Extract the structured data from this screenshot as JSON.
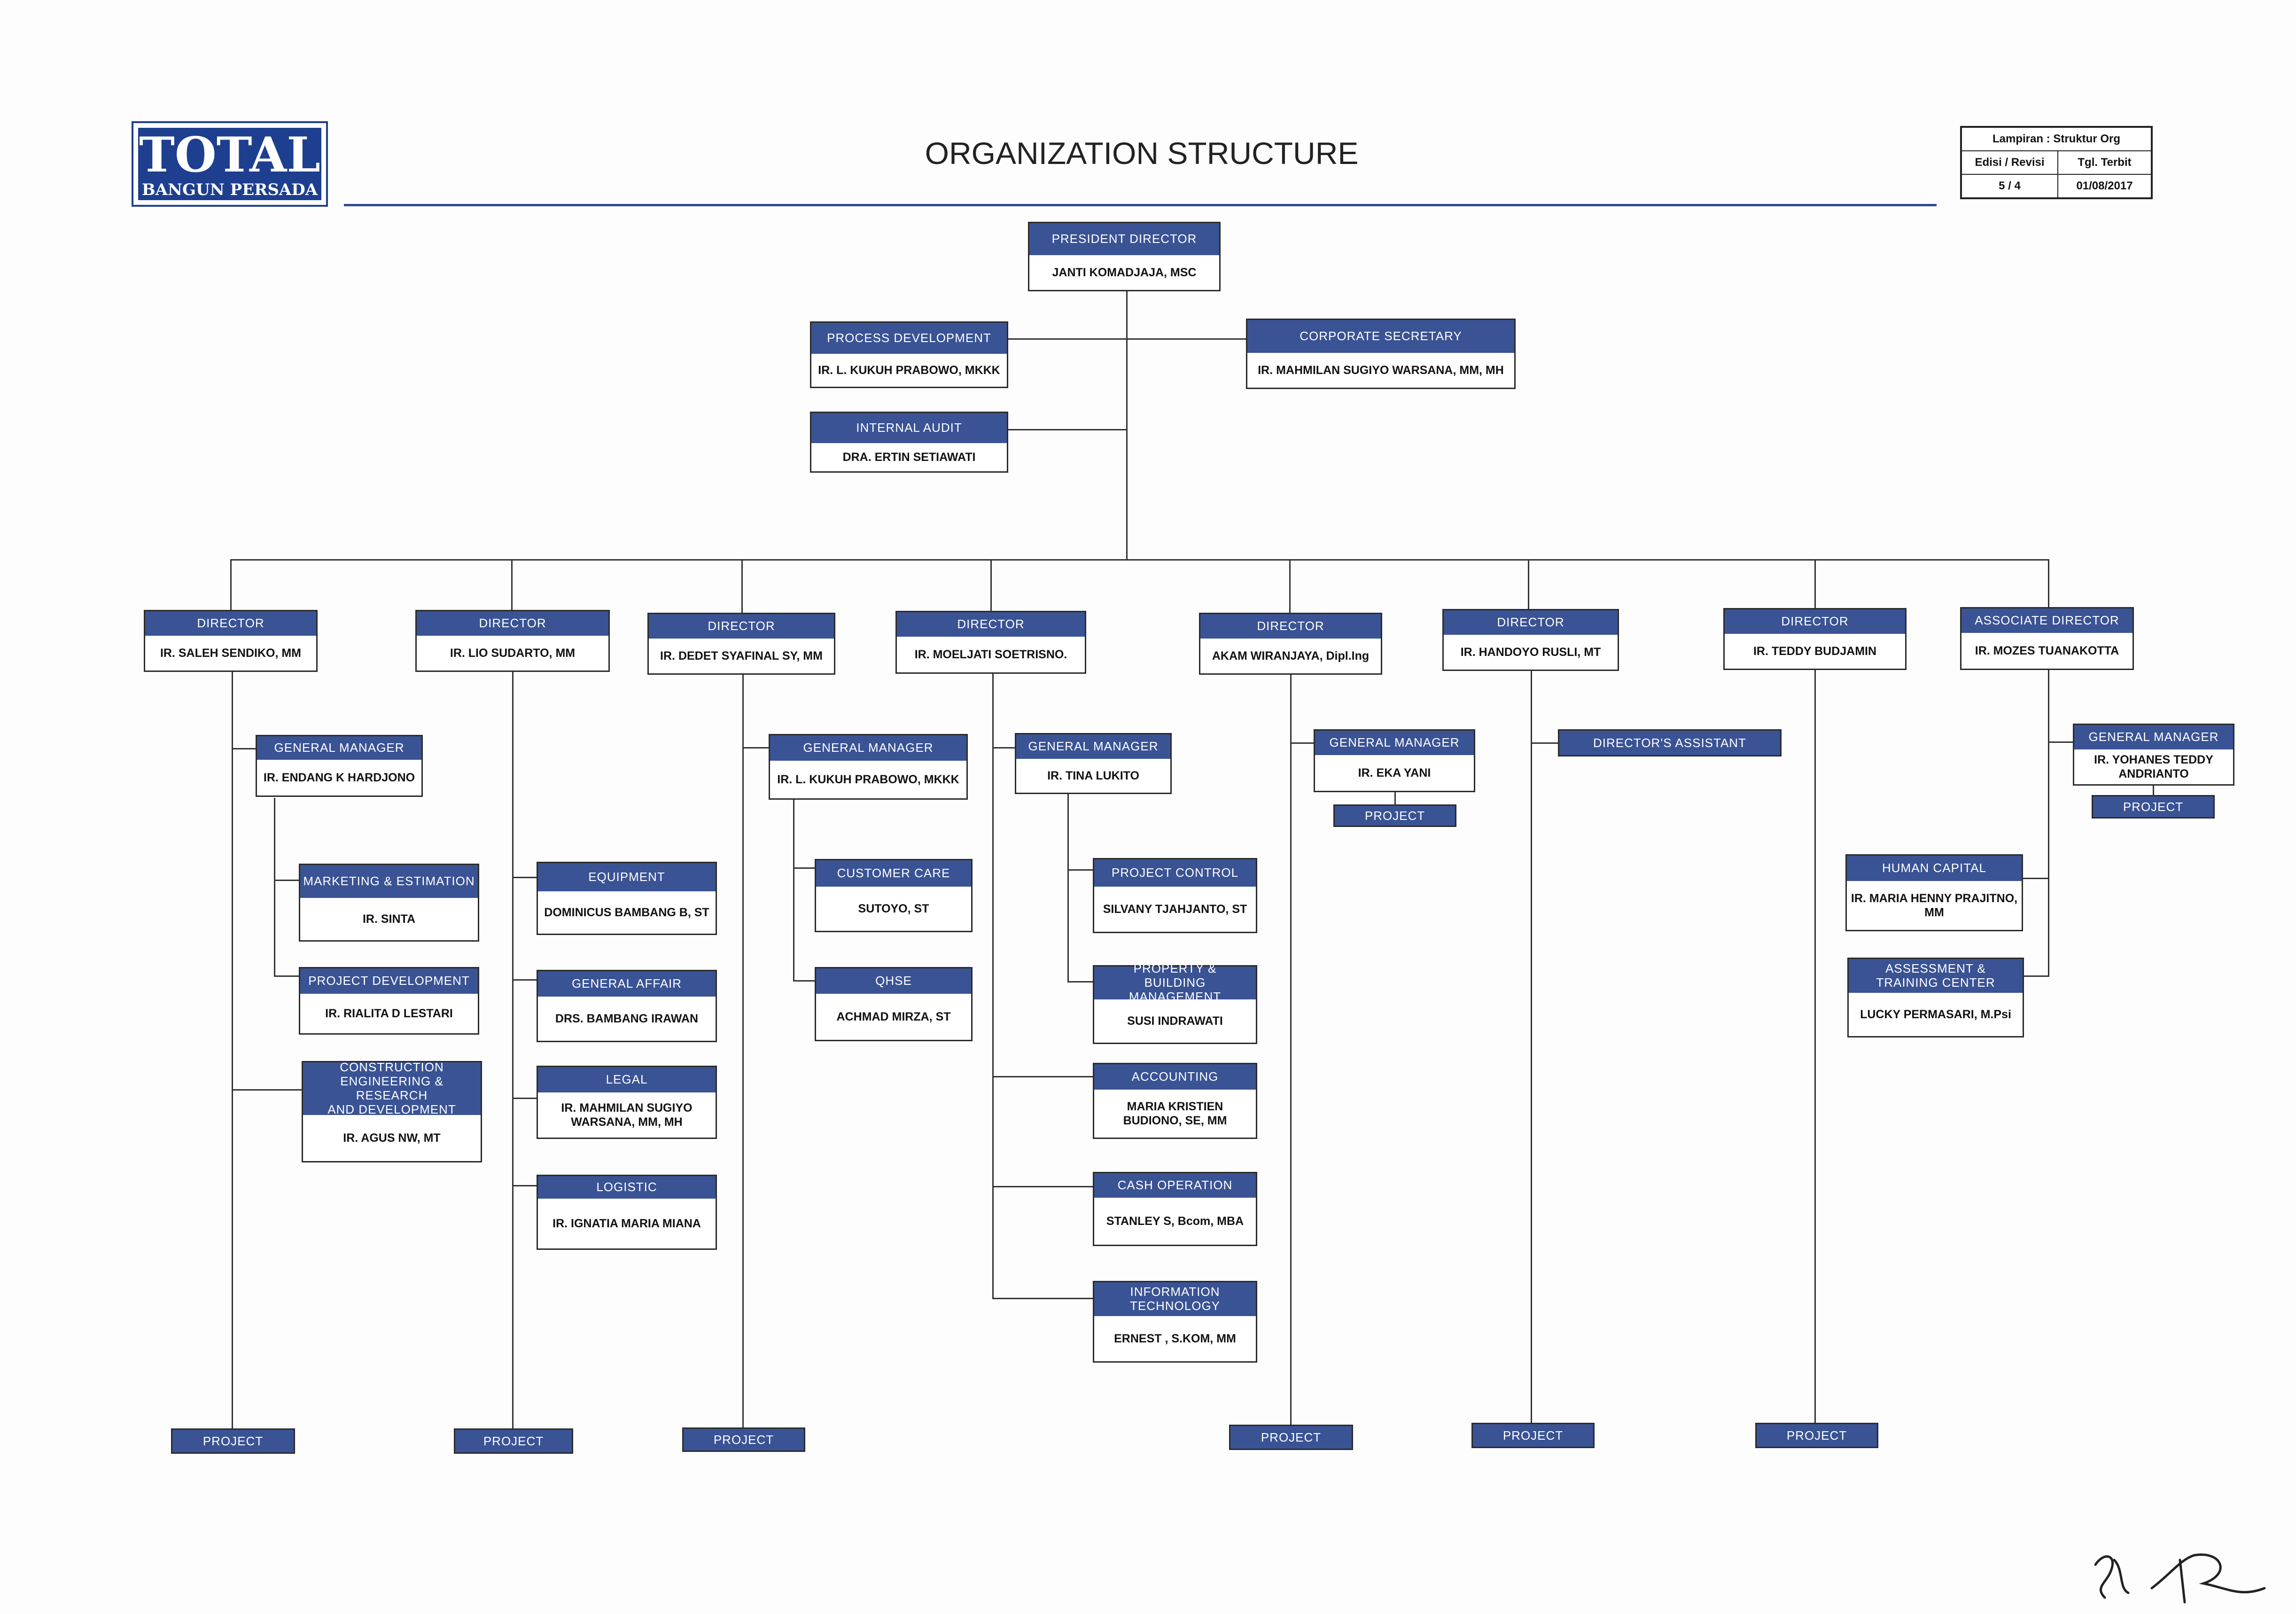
{
  "document_title": "ORGANIZATION STRUCTURE",
  "logo": {
    "line1": "TOTAL",
    "line2": "BANGUN PERSADA"
  },
  "lampiran": {
    "header": "Lampiran : Struktur Org",
    "col1": "Edisi / Revisi",
    "col2": "Tgl. Terbit",
    "val1": "5 / 4",
    "val2": "01/08/2017"
  },
  "top": {
    "president": {
      "title": "PRESIDENT DIRECTOR",
      "name": "JANTI KOMADJAJA, MSC"
    },
    "process_dev": {
      "title": "PROCESS DEVELOPMENT",
      "name": "IR. L. KUKUH PRABOWO, MKKK"
    },
    "corp_sec": {
      "title": "CORPORATE SECRETARY",
      "name": "IR. MAHMILAN SUGIYO WARSANA, MM, MH"
    },
    "internal_audit": {
      "title": "INTERNAL AUDIT",
      "name": "DRA. ERTIN SETIAWATI"
    }
  },
  "directors": [
    {
      "title": "DIRECTOR",
      "name": "IR. SALEH SENDIKO, MM"
    },
    {
      "title": "DIRECTOR",
      "name": "IR. LIO SUDARTO, MM"
    },
    {
      "title": "DIRECTOR",
      "name": "IR. DEDET SYAFINAL SY, MM"
    },
    {
      "title": "DIRECTOR",
      "name": "IR. MOELJATI SOETRISNO."
    },
    {
      "title": "DIRECTOR",
      "name": "AKAM WIRANJAYA, Dipl.Ing"
    },
    {
      "title": "DIRECTOR",
      "name": "IR. HANDOYO RUSLI, MT"
    },
    {
      "title": "DIRECTOR",
      "name": "IR. TEDDY BUDJAMIN"
    },
    {
      "title": "ASSOCIATE DIRECTOR",
      "name": "IR. MOZES TUANAKOTTA"
    }
  ],
  "units": {
    "gm1": {
      "title": "GENERAL MANAGER",
      "name": "IR. ENDANG K HARDJONO"
    },
    "marketing": {
      "title": "MARKETING & ESTIMATION",
      "name": "IR. SINTA"
    },
    "project_dev": {
      "title": "PROJECT DEVELOPMENT",
      "name": "IR. RIALITA D LESTARI"
    },
    "construction": {
      "title": "CONSTRUCTION\nENGINEERING & RESEARCH\nAND DEVELOPMENT",
      "name": "IR. AGUS NW, MT"
    },
    "equipment": {
      "title": "EQUIPMENT",
      "name": "DOMINICUS BAMBANG B, ST"
    },
    "general_affair": {
      "title": "GENERAL AFFAIR",
      "name": "DRS. BAMBANG IRAWAN"
    },
    "legal": {
      "title": "LEGAL",
      "name": "IR. MAHMILAN SUGIYO\nWARSANA, MM, MH"
    },
    "logistic": {
      "title": "LOGISTIC",
      "name": "IR. IGNATIA MARIA MIANA"
    },
    "gm3": {
      "title": "GENERAL MANAGER",
      "name": "IR. L. KUKUH PRABOWO, MKKK"
    },
    "customer_care": {
      "title": "CUSTOMER CARE",
      "name": "SUTOYO, ST"
    },
    "qhse": {
      "title": "QHSE",
      "name": "ACHMAD MIRZA, ST"
    },
    "gm4": {
      "title": "GENERAL MANAGER",
      "name": "IR. TINA LUKITO"
    },
    "project_control": {
      "title": "PROJECT CONTROL",
      "name": "SILVANY TJAHJANTO, ST"
    },
    "property": {
      "title": "PROPERTY &\nBUILDING MANAGEMENT",
      "name": "SUSI INDRAWATI"
    },
    "accounting": {
      "title": "ACCOUNTING",
      "name": "MARIA KRISTIEN\nBUDIONO, SE, MM"
    },
    "cash_operation": {
      "title": "CASH OPERATION",
      "name": "STANLEY S, Bcom, MBA"
    },
    "it": {
      "title": "INFORMATION\nTECHNOLOGY",
      "name": "ERNEST , S.KOM, MM"
    },
    "gm5": {
      "title": "GENERAL MANAGER",
      "name": "IR. EKA YANI"
    },
    "directors_assistant": {
      "title": "DIRECTOR'S ASSISTANT"
    },
    "gm8": {
      "title": "GENERAL MANAGER",
      "name": "IR. YOHANES TEDDY\nANDRIANTO"
    },
    "human_capital": {
      "title": "HUMAN CAPITAL",
      "name": "IR. MARIA HENNY\nPRAJITNO, MM"
    },
    "assessment": {
      "title": "ASSESSMENT &\nTRAINING CENTER",
      "name": "LUCKY PERMASARI, M.Psi"
    }
  },
  "project_label": "PROJECT"
}
